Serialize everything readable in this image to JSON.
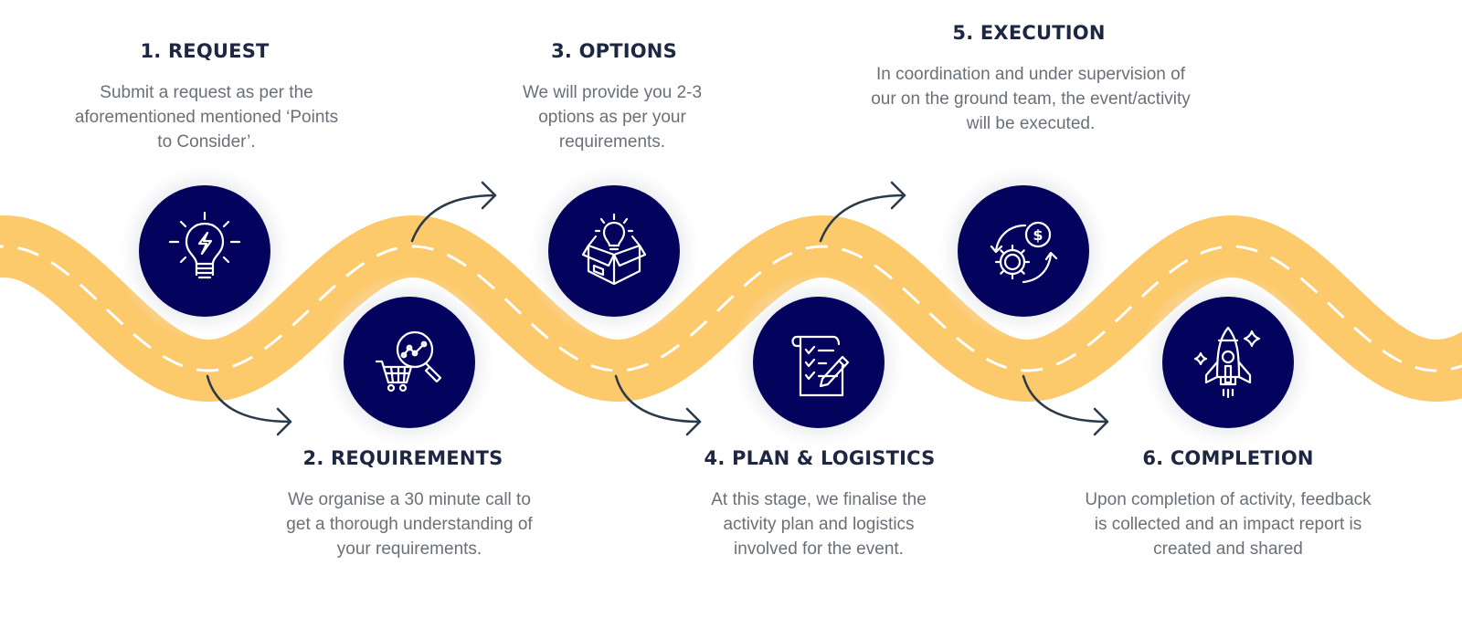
{
  "colors": {
    "road": "#fcc96b",
    "road_dash": "#ffffff",
    "circle": "#03035e",
    "icon_stroke": "#ffffff",
    "arrow": "#2b3a4a",
    "title": "#1e2742",
    "text": "#6a7078"
  },
  "steps": [
    {
      "number": 1,
      "title": "1. REQUEST",
      "description_lines": [
        "Submit a request as per the",
        "aforementioned mentioned ‘Points",
        "to Consider’."
      ],
      "icon": "lightbulb-bolt-icon",
      "position": "top"
    },
    {
      "number": 2,
      "title": "2. REQUIREMENTS",
      "description_lines": [
        "We organise a 30 minute call to",
        "get a thorough understanding of",
        "your requirements."
      ],
      "icon": "cart-analytics-icon",
      "position": "bottom"
    },
    {
      "number": 3,
      "title": "3. OPTIONS",
      "description_lines": [
        "We will provide you 2-3",
        "options as per your",
        "requirements."
      ],
      "icon": "box-idea-icon",
      "position": "top"
    },
    {
      "number": 4,
      "title": "4. PLAN & LOGISTICS",
      "description_lines": [
        "At this stage, we finalise the",
        "activity plan and logistics",
        "involved for the event."
      ],
      "icon": "checklist-pencil-icon",
      "position": "bottom"
    },
    {
      "number": 5,
      "title": "5. EXECUTION",
      "description_lines": [
        "In coordination and under supervision of",
        "our on the ground team, the event/activity",
        "will be executed."
      ],
      "icon": "gear-money-cycle-icon",
      "position": "top"
    },
    {
      "number": 6,
      "title": "6. COMPLETION",
      "description_lines": [
        "Upon completion of activity, feedback",
        "is collected and an impact report is",
        "created and shared"
      ],
      "icon": "rocket-icon",
      "position": "bottom"
    }
  ]
}
